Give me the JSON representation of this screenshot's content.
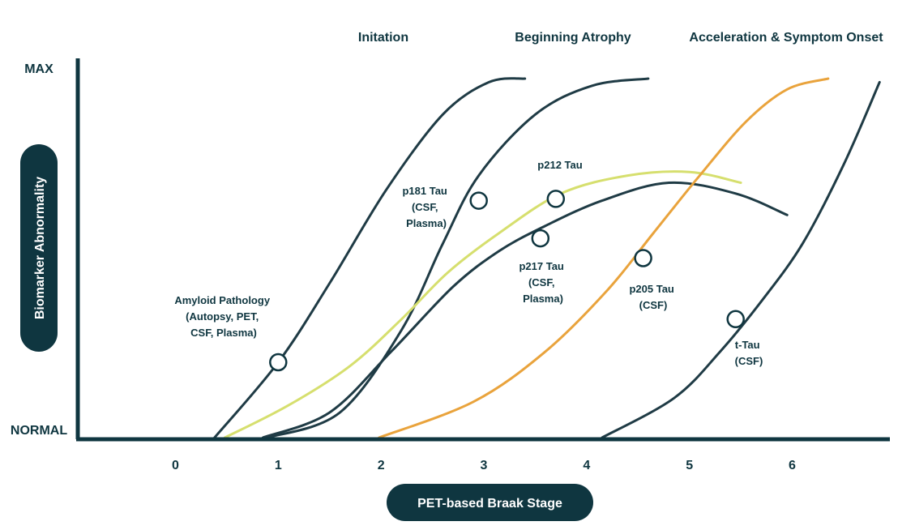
{
  "chart_data": {
    "type": "line",
    "phases": [
      "Initation",
      "Beginning Atrophy",
      "Acceleration & Symptom Onset"
    ],
    "xlabel": "PET-based Braak Stage",
    "ylabel": "Biomarker Abnormality",
    "y_min_label": "NORMAL",
    "y_max_label": "MAX",
    "x_ticks": [
      "0",
      "1",
      "2",
      "3",
      "4",
      "5",
      "6"
    ],
    "xlim": [
      -0.95,
      6.95
    ],
    "ylim": [
      0,
      1
    ],
    "colors": {
      "dark": "#1f3b45",
      "yellow": "#d6df6e",
      "orange": "#e9a33c",
      "axis": "#0f3640"
    },
    "series": [
      {
        "id": "amyloid",
        "color": "dark",
        "x": [
          0.38,
          1.0,
          1.5,
          2.05,
          2.6,
          3.05,
          3.4
        ],
        "y": [
          0.0,
          0.21,
          0.43,
          0.69,
          0.9,
          0.99,
          1.0
        ]
      },
      {
        "id": "p181",
        "color": "dark",
        "x": [
          0.9,
          1.6,
          2.2,
          2.6,
          2.95,
          3.5,
          4.05,
          4.6
        ],
        "y": [
          0.0,
          0.07,
          0.3,
          0.54,
          0.73,
          0.9,
          0.98,
          1.0
        ]
      },
      {
        "id": "p212",
        "color": "yellow",
        "x": [
          0.48,
          1.1,
          1.7,
          2.2,
          2.65,
          3.15,
          3.75,
          4.4,
          5.0,
          5.5
        ],
        "y": [
          0.0,
          0.09,
          0.2,
          0.33,
          0.46,
          0.57,
          0.68,
          0.73,
          0.74,
          0.71
        ]
      },
      {
        "id": "p217",
        "color": "dark",
        "x": [
          0.85,
          1.5,
          2.1,
          2.7,
          3.15,
          3.6,
          4.15,
          4.8,
          5.45,
          5.95
        ],
        "y": [
          0.0,
          0.07,
          0.24,
          0.42,
          0.52,
          0.59,
          0.66,
          0.71,
          0.68,
          0.62
        ]
      },
      {
        "id": "p205",
        "color": "orange",
        "x": [
          1.98,
          2.9,
          3.6,
          4.2,
          4.65,
          5.1,
          5.55,
          5.95,
          6.35
        ],
        "y": [
          0.0,
          0.1,
          0.24,
          0.41,
          0.57,
          0.73,
          0.88,
          0.97,
          1.0
        ]
      },
      {
        "id": "ttau",
        "color": "dark",
        "x": [
          4.15,
          4.85,
          5.3,
          5.7,
          6.1,
          6.5,
          6.85
        ],
        "y": [
          0.0,
          0.11,
          0.24,
          0.38,
          0.54,
          0.76,
          0.99
        ]
      }
    ],
    "markers": [
      {
        "series": "amyloid",
        "x": 1.0,
        "y": 0.21
      },
      {
        "series": "p181",
        "x": 2.95,
        "y": 0.66
      },
      {
        "series": "p212",
        "x": 3.7,
        "y": 0.665
      },
      {
        "series": "p217",
        "x": 3.55,
        "y": 0.555
      },
      {
        "series": "p205",
        "x": 4.55,
        "y": 0.5
      },
      {
        "series": "ttau",
        "x": 5.45,
        "y": 0.33
      }
    ],
    "annotations": [
      {
        "id": "amyloid",
        "lines": [
          "Amyloid Pathology",
          "(Autopsy, PET,",
          "CSF, Plasma)"
        ]
      },
      {
        "id": "p181",
        "lines": [
          "p181 Tau",
          "(CSF,",
          "Plasma)"
        ]
      },
      {
        "id": "p212",
        "lines": [
          "p212 Tau"
        ]
      },
      {
        "id": "p217",
        "lines": [
          "p217 Tau",
          "(CSF,",
          "Plasma)"
        ]
      },
      {
        "id": "p205",
        "lines": [
          "p205 Tau",
          "(CSF)"
        ]
      },
      {
        "id": "ttau",
        "lines": [
          "t-Tau",
          "(CSF)"
        ]
      }
    ]
  }
}
